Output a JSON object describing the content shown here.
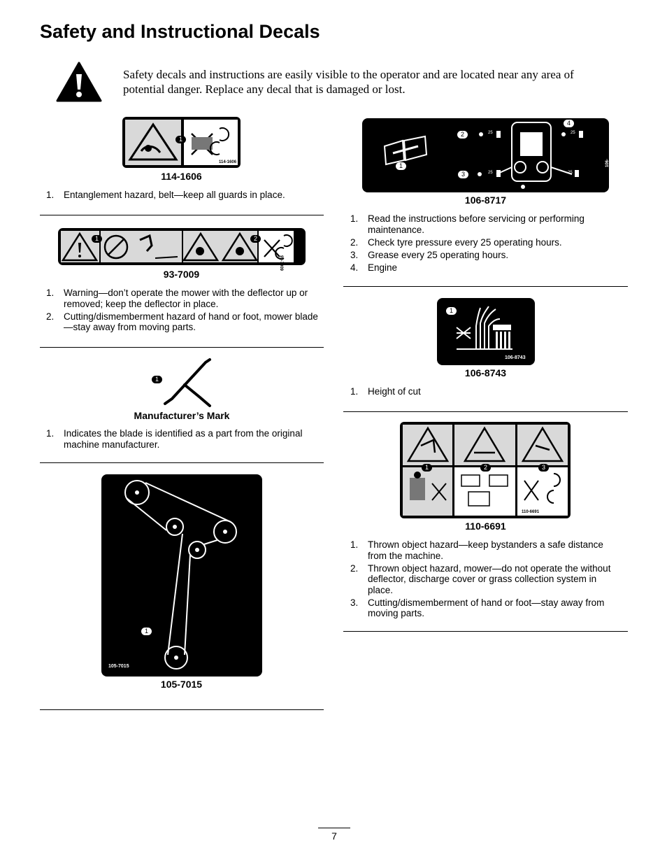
{
  "title": "Safety and Instructional Decals",
  "intro": "Safety decals and instructions are easily visible to the operator and are located near any area of potential danger.  Replace any decal that is damaged or lost.",
  "decals": {
    "d1": {
      "code": "114-1606",
      "label_code": "114-1606",
      "callout": "1",
      "items": [
        "Entanglement hazard, belt—keep all guards in place."
      ]
    },
    "d2": {
      "code": "93-7009",
      "label_code": "93-7009",
      "callouts": [
        "1",
        "2"
      ],
      "items": [
        "Warning—don’t operate the mower with the deflector up or removed; keep the deflector in place.",
        "Cutting/dismemberment hazard of hand or foot, mower blade—stay away from moving parts."
      ]
    },
    "d3": {
      "code": "Manufacturer’s Mark",
      "callout": "1",
      "items": [
        "Indicates the blade is identified as a part from the original machine manufacturer."
      ]
    },
    "d4": {
      "code": "105-7015",
      "label_code": "105-7015",
      "callout": "1"
    },
    "d5": {
      "code": "106-8717",
      "label_code": "106-8717",
      "callouts": [
        "1",
        "2",
        "3",
        "4"
      ],
      "intervals": [
        "25",
        "25",
        "25",
        "25"
      ],
      "items": [
        "Read the instructions before servicing or performing maintenance.",
        "Check tyre pressure every 25 operating hours.",
        "Grease every 25 operating hours.",
        "Engine"
      ]
    },
    "d6": {
      "code": "106-8743",
      "label_code": "106-8743",
      "callout": "1",
      "items": [
        "Height of cut"
      ]
    },
    "d7": {
      "code": "110-6691",
      "label_code": "110-6691",
      "callouts": [
        "1",
        "2",
        "3"
      ],
      "items": [
        "Thrown object hazard—keep bystanders a safe distance from the machine.",
        "Thrown object hazard, mower—do not operate the without deflector, discharge cover or grass collection system in place.",
        "Cutting/dismemberment of hand or foot—stay away from moving parts."
      ]
    }
  },
  "page_number": "7",
  "icons": {
    "warning": "warning-triangle-icon"
  }
}
